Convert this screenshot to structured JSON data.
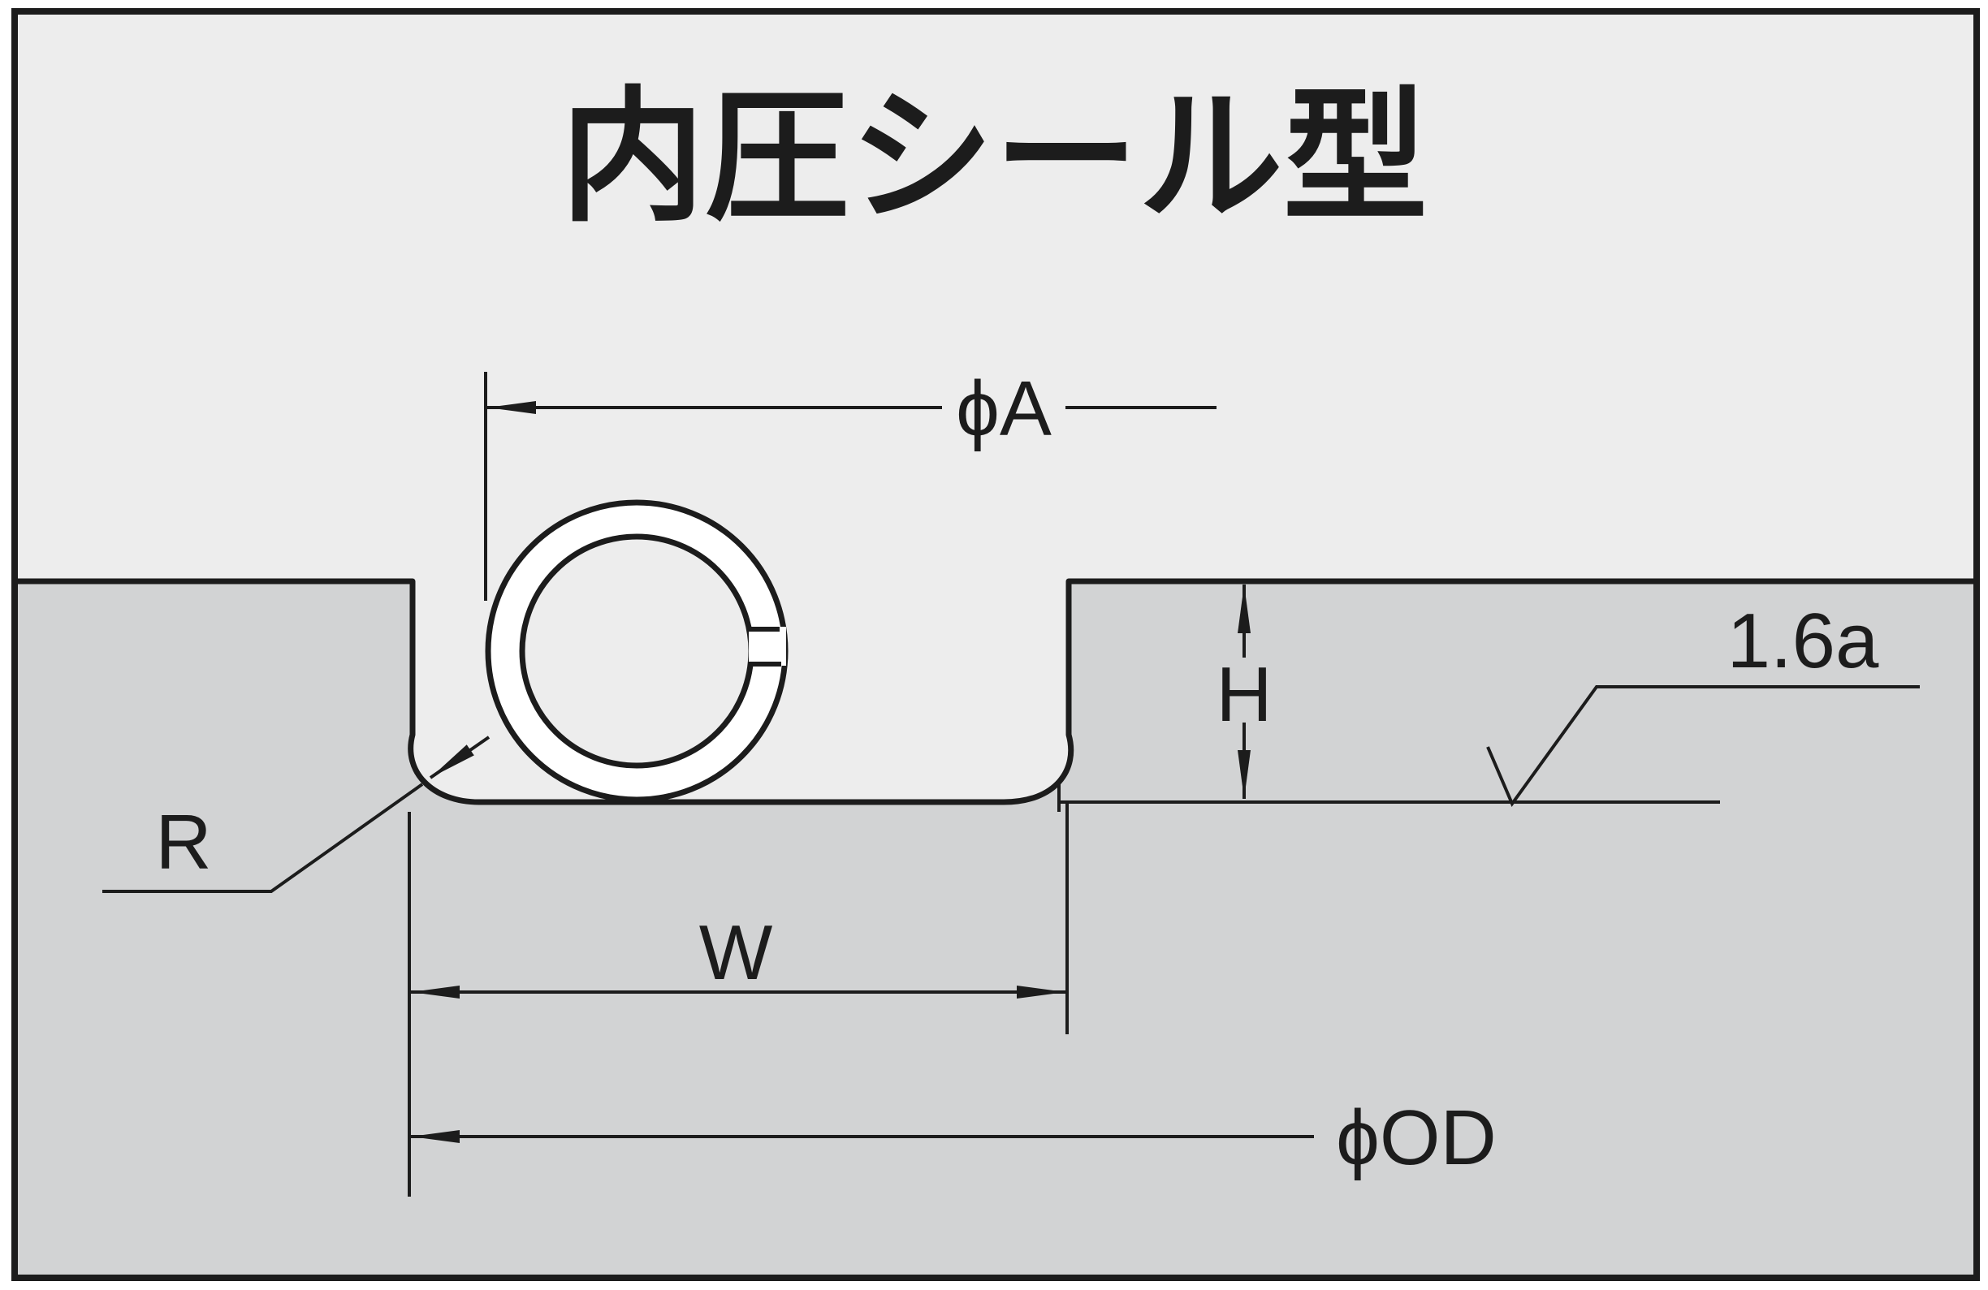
{
  "title": "内圧シール型",
  "labels": {
    "phi_a": "ϕA",
    "h": "H",
    "roughness": "1.6a",
    "r": "R",
    "w": "W",
    "phi_od": "ϕOD"
  },
  "colors": {
    "outline": "#1c1c1c",
    "upper_region": "#ededed",
    "lower_region": "#d2d3d4",
    "seal_ring": "#ffffff"
  }
}
